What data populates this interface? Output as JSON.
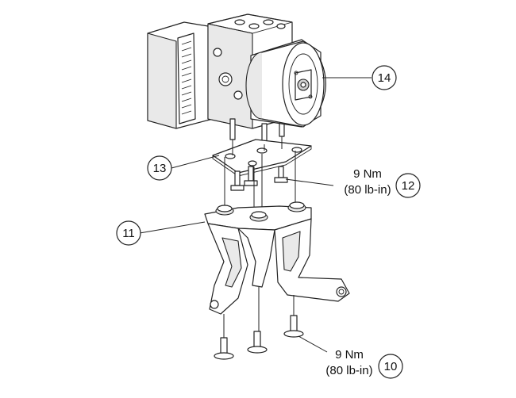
{
  "callouts": {
    "c10": "10",
    "c11": "11",
    "c12": "12",
    "c13": "13",
    "c14": "14"
  },
  "torque": {
    "upper_nm": "9 Nm",
    "upper_lbin": "(80 lb-in)",
    "lower_nm": "9 Nm",
    "lower_lbin": "(80 lb-in)"
  }
}
